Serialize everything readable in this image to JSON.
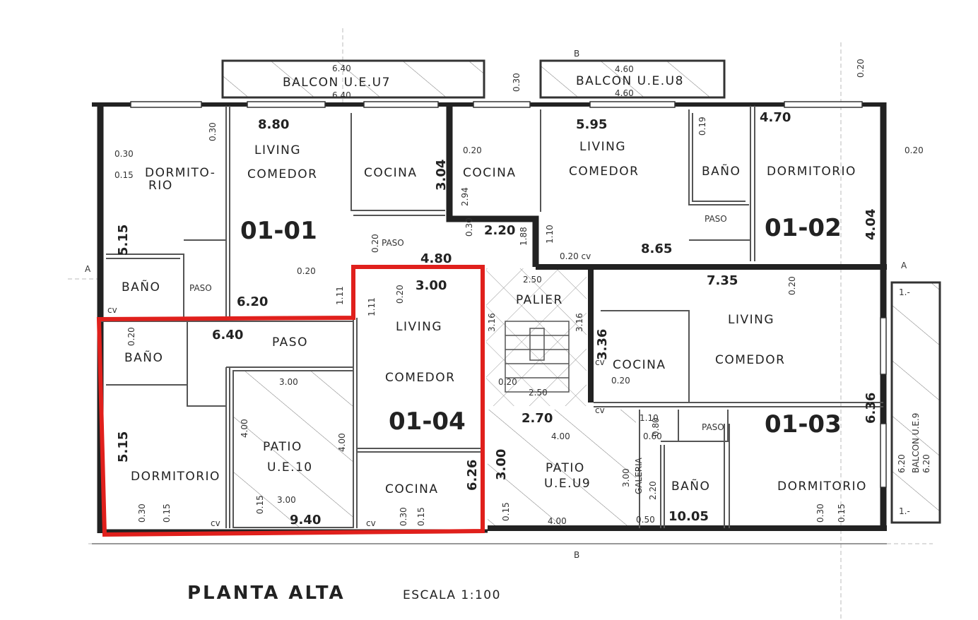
{
  "title": "PLANTA ALTA",
  "scale": "ESCALA 1:100",
  "highlight_color": "#e0201c",
  "balconies": {
    "u7": {
      "label": "BALCON U.E.U7",
      "dim_top": "6.40",
      "dim_bottom": "6.40"
    },
    "u8": {
      "label": "BALCON U.E.U8",
      "dim_top": "4.60",
      "dim_bottom": "4.60"
    },
    "u9": {
      "label": "BALCON U.E.9",
      "dim_a": "6.20",
      "dim_b": "6.20"
    }
  },
  "units": {
    "u0101": {
      "id": "01-01",
      "rooms": [
        "DORMITO-",
        "RIO",
        "LIVING",
        "COMEDOR",
        "COCINA",
        "BAÑO",
        "PASO",
        "PASO"
      ],
      "dims": [
        "8.80",
        "5.15",
        "6.20",
        "3.04",
        "4.80",
        "1.11",
        "0.30",
        "0.15",
        "0.30",
        "0.20",
        "0.20"
      ]
    },
    "u0102": {
      "id": "01-02",
      "rooms": [
        "COCINA",
        "LIVING",
        "COMEDOR",
        "BAÑO",
        "PASO",
        "DORMITORIO"
      ],
      "dims": [
        "5.95",
        "4.70",
        "8.65",
        "4.04",
        "2.94",
        "2.20",
        "1.10",
        "1.88",
        "0.20",
        "0.20 cv",
        "0.19",
        "0.20",
        "0.30",
        "0.30"
      ]
    },
    "u0103": {
      "id": "01-03",
      "rooms": [
        "LIVING",
        "COMEDOR",
        "COCINA",
        "PASO",
        "BAÑO",
        "DORMITORIO",
        "GALERIA"
      ],
      "dims": [
        "7.35",
        "6.36",
        "3.36",
        "10.05",
        "0.20",
        "0.20",
        "1.10",
        "0.80",
        "0.60",
        "2.20",
        "0.50",
        "0.30",
        "0.15"
      ]
    },
    "u0104": {
      "id": "01-04",
      "rooms": [
        "LIVING",
        "COMEDOR",
        "COCINA",
        "BAÑO",
        "PASO",
        "DORMITORIO"
      ],
      "dims": [
        "3.00",
        "6.40",
        "5.15",
        "9.40",
        "6.26",
        "1.11",
        "0.20",
        "0.20",
        "0.30",
        "0.15",
        "0.30",
        "0.15"
      ]
    }
  },
  "common": {
    "palier": "PALIER",
    "palier_dims": [
      "2.50",
      "3.16",
      "3.16",
      "2.50",
      "0.20",
      "2.70"
    ],
    "patio_ue10": {
      "label1": "PATIO",
      "label2": "U.E.10",
      "dims": [
        "3.00",
        "3.00",
        "4.00",
        "4.00",
        "0.15"
      ]
    },
    "patio_ue9": {
      "label1": "PATIO",
      "label2": "U.E.U9",
      "dims": [
        "4.00",
        "4.00",
        "3.00",
        "3.00",
        "0.15"
      ]
    },
    "cv": "cv",
    "section_mark": "B",
    "section_mark_side": "A",
    "misc_one": "1.-"
  }
}
